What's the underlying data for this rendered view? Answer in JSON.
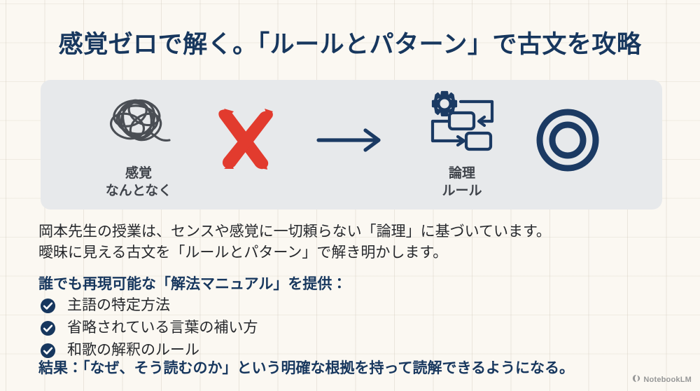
{
  "slide": {
    "title": "感覚ゼロで解く。「ルールとパターン」で古文を攻略",
    "colors": {
      "background": "#FBF8F2",
      "panel": "#E7E9EB",
      "navy": "#17375E",
      "text": "#26282C",
      "scribble_gray": "#4A4E54",
      "cross_red": "#E23B2E",
      "caption_gray": "#3F434A"
    }
  },
  "diagram": {
    "before": {
      "icon": "tangled-scribble-icon",
      "caption_line1": "感覚",
      "caption_line2": "なんとなく"
    },
    "reject": {
      "icon": "red-cross-icon"
    },
    "transition": {
      "icon": "right-arrow-icon"
    },
    "after": {
      "icon": "gear-flowchart-icon",
      "caption_line1": "論理",
      "caption_line2": "ルール"
    },
    "approve": {
      "icon": "double-circle-icon"
    }
  },
  "body": {
    "line1": "岡本先生の授業は、センスや感覚に一切頼らない「論理」に基づいています。",
    "line2": "曖昧に見える古文を「ルールとパターン」で解き明かします。"
  },
  "offer": {
    "heading": "誰でも再現可能な「解法マニュアル」を提供：",
    "items": [
      "主語の特定方法",
      "省略されている言葉の補い方",
      "和歌の解釈のルール"
    ]
  },
  "result": {
    "text": "結果：「なぜ、そう読むのか」という明確な根拠を持って読解できるようになる。"
  },
  "watermark": {
    "label": "NotebookLM"
  }
}
